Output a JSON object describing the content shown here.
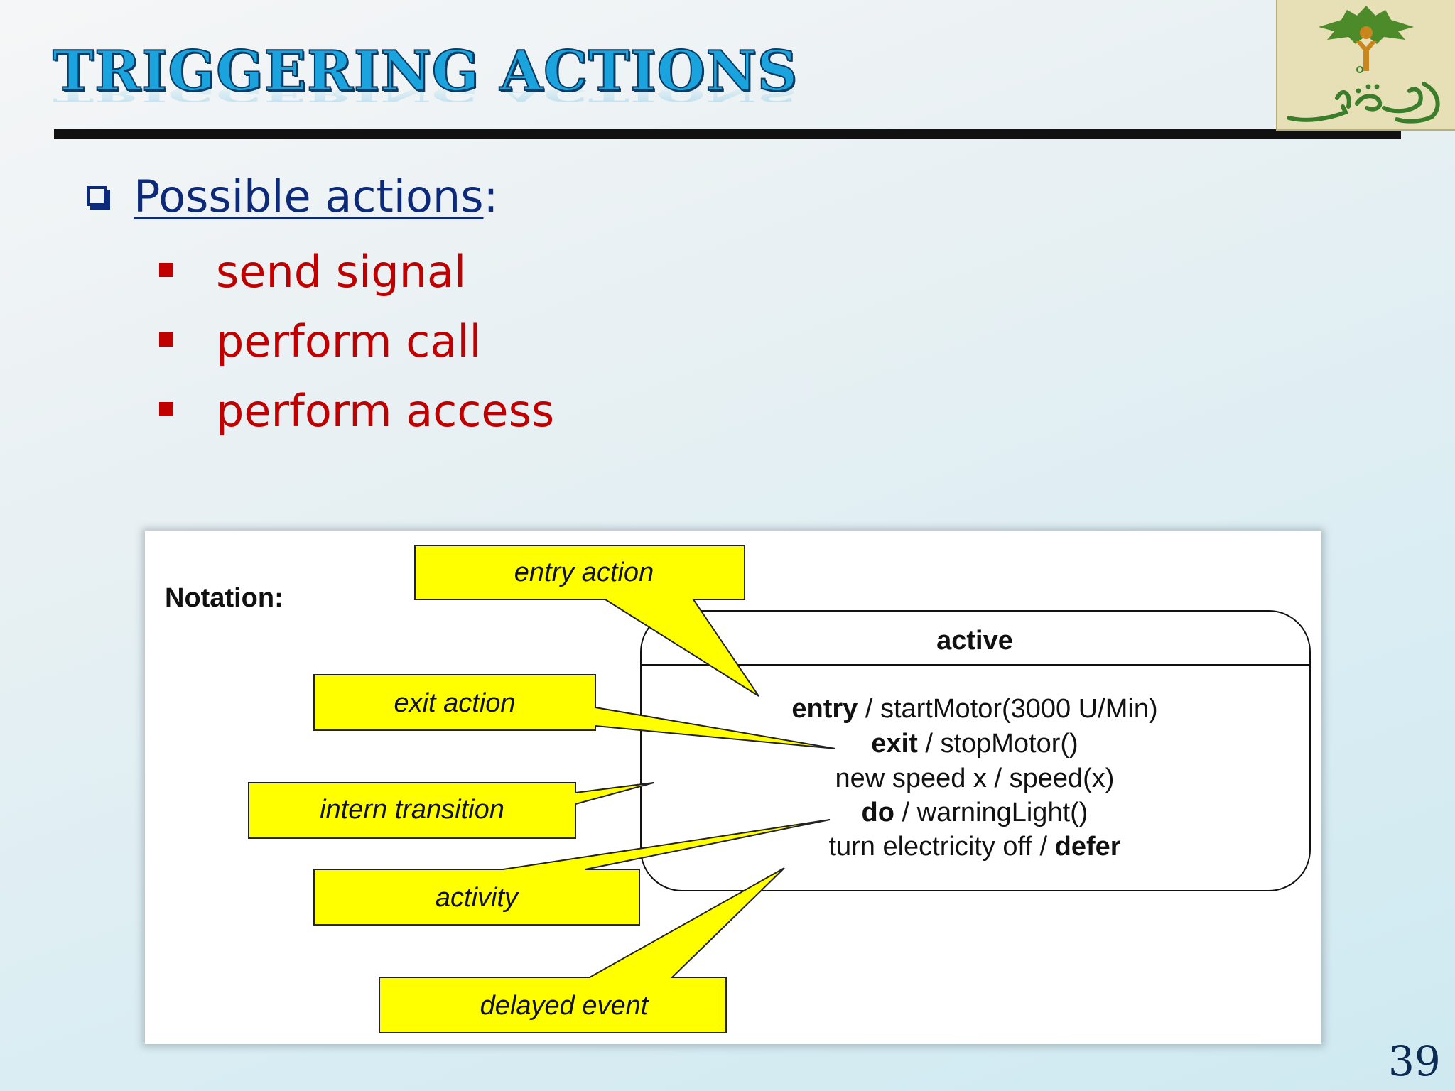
{
  "slide": {
    "title": "TRIGGERING ACTIONS",
    "page_number": "39"
  },
  "content": {
    "heading": "Possible actions",
    "heading_suffix": ":",
    "items": [
      "send signal",
      "perform call",
      "perform access"
    ]
  },
  "figure": {
    "notation_label": "Notation:",
    "state_name": "active",
    "state_lines": [
      {
        "keyword": "entry",
        "text": " / startMotor(3000 U/Min)"
      },
      {
        "keyword": "exit",
        "text": " / stopMotor()"
      },
      {
        "keyword": "",
        "text": "new speed x / speed(x)"
      },
      {
        "keyword": "do",
        "text": " / warningLight()"
      },
      {
        "keyword": "defer",
        "text": "turn electricity off / "
      }
    ],
    "callouts": [
      "entry action",
      "exit action",
      "intern transition",
      "activity",
      "delayed event"
    ],
    "callout_color": "#ffff00"
  },
  "logo": {
    "icon": "tree-person-logo-icon",
    "colors": {
      "tree": "#4c8a2a",
      "figure": "#c9861c",
      "script": "#3a7d2a"
    }
  }
}
